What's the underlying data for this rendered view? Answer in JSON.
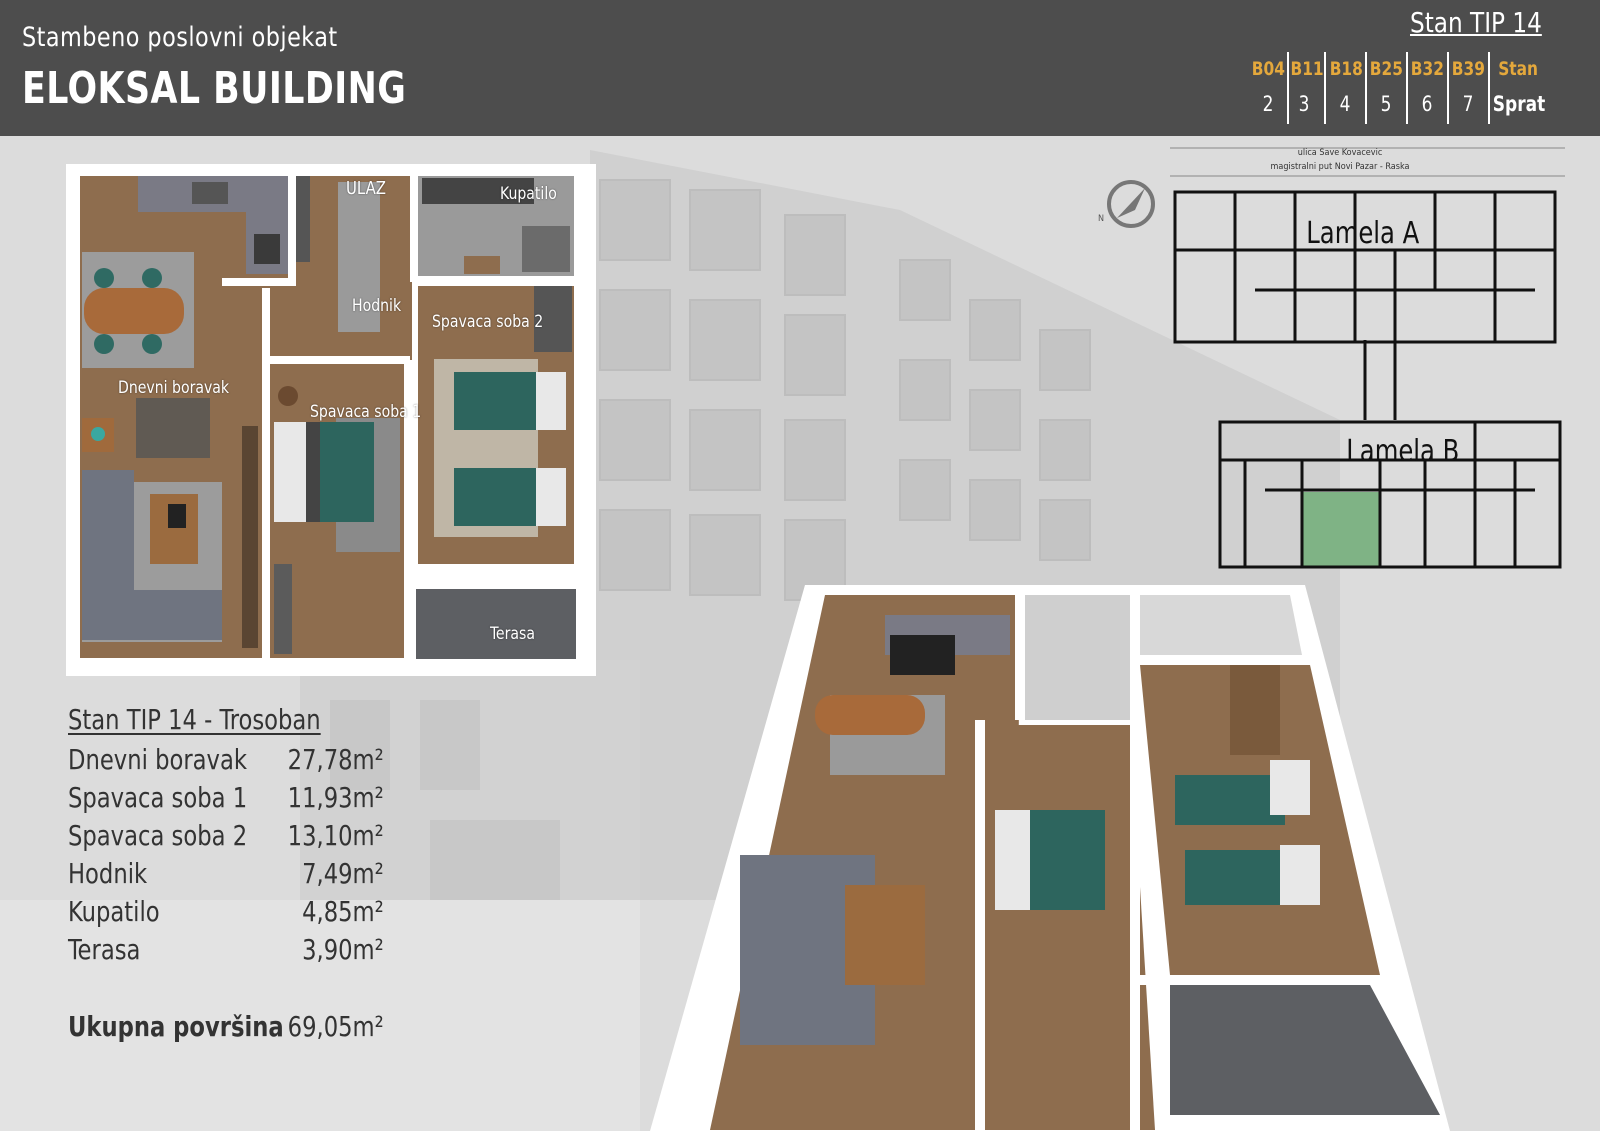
{
  "header": {
    "subtitle": "Stambeno poslovni objekat",
    "title": "ELOKSAL BUILDING",
    "unit_title": "Stan TIP 14",
    "units_table": {
      "codes": [
        "B04",
        "B11",
        "B18",
        "B25",
        "B32",
        "B39"
      ],
      "floors": [
        "2",
        "3",
        "4",
        "5",
        "6",
        "7"
      ],
      "code_label": "Stan",
      "floor_label": "Sprat"
    }
  },
  "plan_labels": {
    "entrance": "ULAZ",
    "bathroom": "Kupatilo",
    "hallway": "Hodnik",
    "bedroom2": "Spavaca soba 2",
    "living": "Dnevni boravak",
    "bedroom1": "Spavaca soba 1",
    "terrace": "Terasa"
  },
  "site": {
    "street1": "ulica Save Kovacevic",
    "street2": "magistralni put Novi Pazar - Raska",
    "lamela_a": "Lamela A",
    "lamela_b": "Lamela B",
    "north": "N"
  },
  "areas": {
    "title": "Stan TIP 14 - Trosoban",
    "rows": [
      {
        "name": "Dnevni boravak",
        "value": "27,78m²"
      },
      {
        "name": "Spavaca soba 1",
        "value": "11,93m²"
      },
      {
        "name": "Spavaca soba 2",
        "value": "13,10m²"
      },
      {
        "name": "Hodnik",
        "value": "7,49m²"
      },
      {
        "name": "Kupatilo",
        "value": "4,85m²"
      },
      {
        "name": "Terasa",
        "value": "3,90m²"
      }
    ],
    "total_name": "Ukupna površina",
    "total_value": "69,05m²"
  },
  "colors": {
    "header_bg": "#4d4d4d",
    "code_accent": "#e4a83c",
    "highlight_unit": "#7fb385"
  }
}
